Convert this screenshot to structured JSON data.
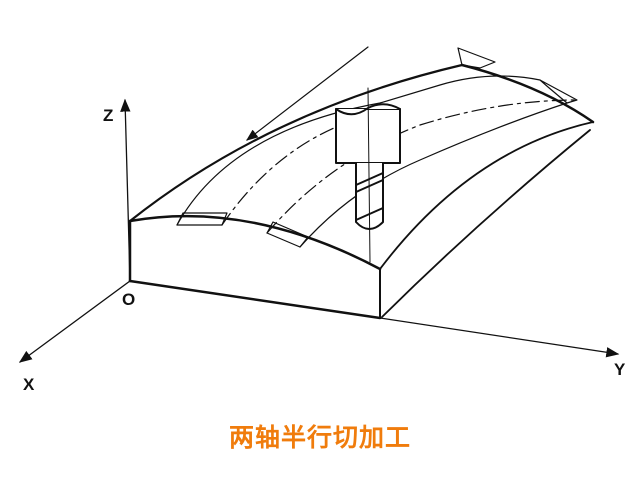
{
  "axes": {
    "z_label": "Z",
    "origin_label": "O",
    "x_label": "X",
    "y_label": "Y"
  },
  "caption": "两轴半行切加工",
  "colors": {
    "caption": "#f07c0c",
    "lines": "#111111"
  }
}
